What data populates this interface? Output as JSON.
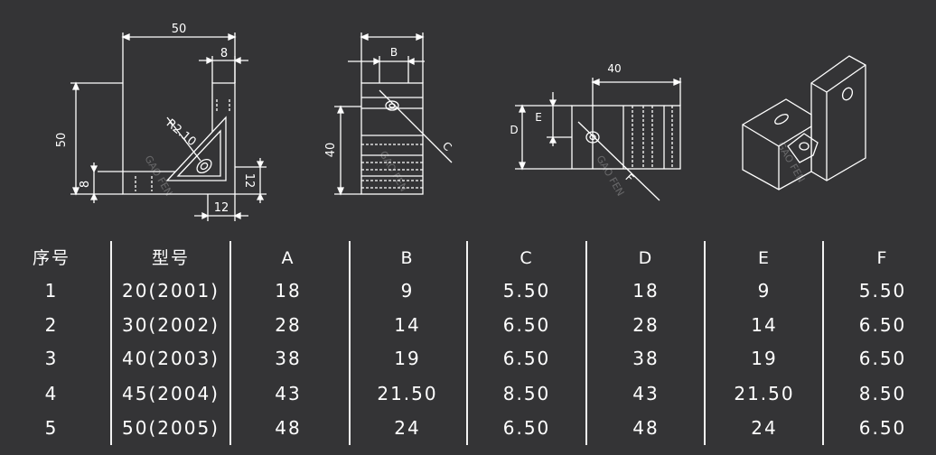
{
  "drawings": {
    "front_view": {
      "dim_width": "50",
      "dim_top_offset": "8",
      "dim_height": "50",
      "dim_left_offset": "8",
      "dim_radius": "R2.10",
      "dim_right_offset": "12",
      "dim_bottom_offset": "12"
    },
    "side_view": {
      "dim_b": "B",
      "dim_c": "C",
      "dim_height": "40"
    },
    "end_view": {
      "dim_width": "40",
      "dim_d": "D",
      "dim_e": "E",
      "dim_f": "F"
    },
    "watermark": "GAO FEN"
  },
  "table": {
    "headers": [
      "序号",
      "型号",
      "A",
      "B",
      "C",
      "D",
      "E",
      "F"
    ],
    "rows": [
      [
        "1",
        "20(2001)",
        "18",
        "9",
        "5.50",
        "18",
        "9",
        "5.50"
      ],
      [
        "2",
        "30(2002)",
        "28",
        "14",
        "6.50",
        "28",
        "14",
        "6.50"
      ],
      [
        "3",
        "40(2003)",
        "38",
        "19",
        "6.50",
        "38",
        "19",
        "6.50"
      ],
      [
        "4",
        "45(2004)",
        "43",
        "21.50",
        "8.50",
        "43",
        "21.50",
        "8.50"
      ],
      [
        "5",
        "50(2005)",
        "48",
        "24",
        "6.50",
        "48",
        "24",
        "6.50"
      ]
    ]
  }
}
